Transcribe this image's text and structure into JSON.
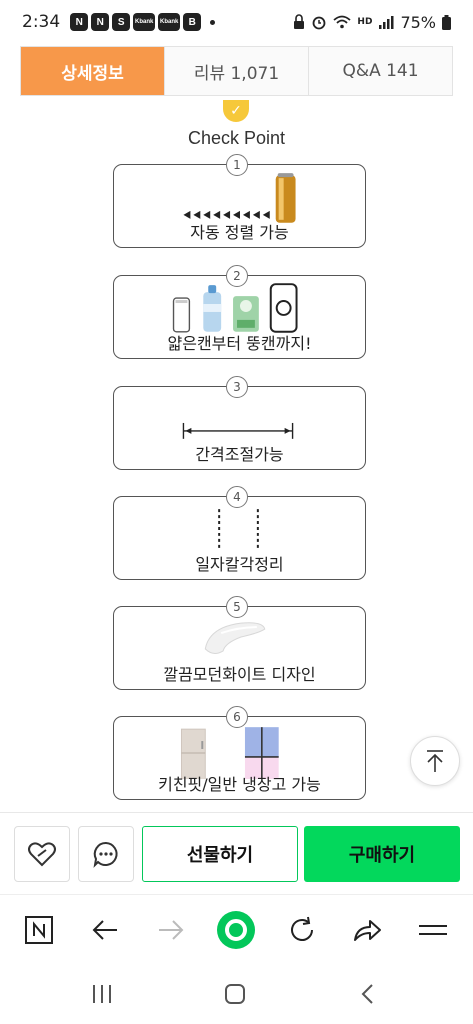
{
  "status_bar": {
    "time": "2:34",
    "app_icons": [
      "N",
      "N",
      "S",
      "Kbank",
      "Kbank",
      "B"
    ],
    "hd_label": "HD",
    "battery": "75%"
  },
  "tabs": [
    {
      "label": "상세정보",
      "active": true
    },
    {
      "label": "리뷰  1,071",
      "active": false
    },
    {
      "label": "Q&A  141",
      "active": false
    }
  ],
  "check_point": {
    "title": "Check Point",
    "cards": [
      {
        "number": "1",
        "caption": "자동 정렬 가능"
      },
      {
        "number": "2",
        "caption": "얇은캔부터 뚱캔까지!"
      },
      {
        "number": "3",
        "caption": "간격조절가능"
      },
      {
        "number": "4",
        "caption": "일자칼각정리"
      },
      {
        "number": "5",
        "caption": "깔끔모던화이트 디자인"
      },
      {
        "number": "6",
        "caption": "키친핏/일반 냉장고 가능"
      }
    ]
  },
  "actions": {
    "gift_label": "선물하기",
    "buy_label": "구매하기"
  },
  "colors": {
    "tab_active": "#f7984a",
    "buy_button": "#03d85c",
    "naver_green": "#03c75a",
    "check_badge": "#f6c83a"
  },
  "icons": {
    "like": "heart-link-icon",
    "chat": "chat-bubble-icon",
    "scroll_top": "arrow-up-icon",
    "browser": [
      "naver-home-icon",
      "back-arrow-icon",
      "forward-arrow-icon",
      "green-dot-icon",
      "refresh-icon",
      "share-icon",
      "menu-icon"
    ],
    "system": [
      "recent-apps-icon",
      "home-icon",
      "back-icon"
    ]
  }
}
